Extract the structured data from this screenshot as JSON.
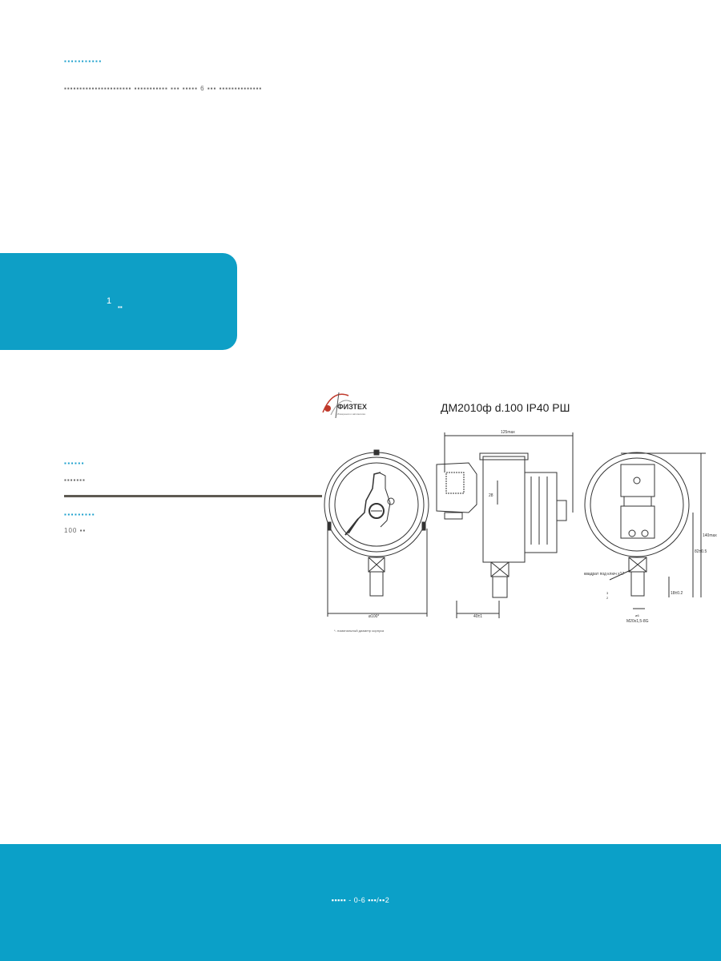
{
  "section1": {
    "heading": "▪▪▪▪▪▪▪▪▪▪▪",
    "text": "▪▪▪▪▪▪▪▪▪▪▪▪▪▪▪▪▪▪▪▪▪▪ ▪▪▪▪▪▪▪▪▪▪▪ ▪▪▪ ▪▪▪▪▪ 6 ▪▪▪ ▪▪▪▪▪▪▪▪▪▪▪▪▪▪"
  },
  "panel": {
    "number": "1",
    "unit": "▪▪"
  },
  "spec1": {
    "label": "▪▪▪▪▪▪",
    "value": "▪▪▪▪▪▪▪"
  },
  "spec2": {
    "label": "▪▪▪▪▪▪▪▪▪",
    "value": "100 ▪▪"
  },
  "drawing": {
    "brand": "ФИЗТЕХ",
    "brand_sub": "Измерения и автоматика",
    "title": "ДМ2010ф d.100 IP40 РШ",
    "dim_width": "125max",
    "dim_28": "28",
    "dim_diameter": "ø100*",
    "dim_depth": "40±1",
    "dim_height": "140max",
    "dim_82": "82±0.5",
    "dim_18": "18±0.2",
    "key_note": "квадрат под ключ х17",
    "thread": "M20x1,5-8G",
    "dim_6": "ø6",
    "dim_3": "3",
    "dim_2": "2",
    "footnote": "*- номинальный диаметр корпуса"
  },
  "footer": {
    "text": "▪▪▪▪▪ - 0-6 ▪▪▪/▪▪2"
  },
  "colors": {
    "accent": "#0e9fc6",
    "divider": "#5e5a52"
  }
}
